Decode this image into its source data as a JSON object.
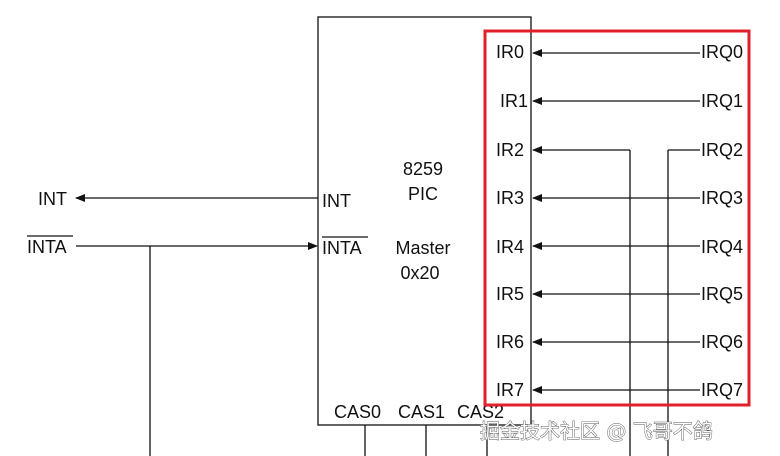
{
  "chip": {
    "part": "8259",
    "type": "PIC",
    "role": "Master",
    "address": "0x20",
    "int_pin": "INT",
    "inta_pin": "INTA",
    "cas_pins": [
      "CAS0",
      "CAS1",
      "CAS2"
    ]
  },
  "left_signals": {
    "int": "INT",
    "inta": "INTA"
  },
  "ir_pins": [
    "IR0",
    "IR1",
    "IR2",
    "IR3",
    "IR4",
    "IR5",
    "IR6",
    "IR7"
  ],
  "irq_lines": [
    "IRQ0",
    "IRQ1",
    "IRQ2",
    "IRQ3",
    "IRQ4",
    "IRQ5",
    "IRQ6",
    "IRQ7"
  ],
  "watermark": "掘金技术社区 @ 飞哥不鸽",
  "colors": {
    "highlight": "#e0202a",
    "line": "#111111"
  }
}
